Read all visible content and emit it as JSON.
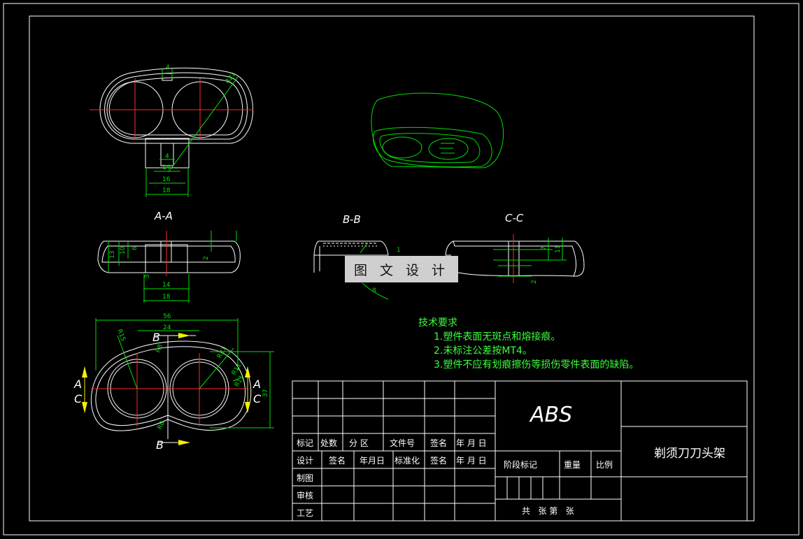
{
  "section_labels": {
    "a": "A-A",
    "b": "B-B",
    "c": "C-C"
  },
  "view_letters": {
    "A": "A",
    "B": "B",
    "C": "C"
  },
  "dimensions": {
    "top_4": "4",
    "top_r21": "R21",
    "top_4b": "4",
    "top_14": "14",
    "top_16": "16",
    "top_18": "18",
    "aa_13": "13",
    "aa_10": "10",
    "aa_6": "6",
    "aa_2": "2",
    "aa_3": "3",
    "aa_14": "14",
    "aa_18": "18",
    "bb_1": "1",
    "bb_8": "8",
    "cc_7": "7",
    "cc_11": "11",
    "cc_2": "2",
    "bot_56": "56",
    "bot_24": "24",
    "bot_r15": "R15",
    "bot_r8a": "R8",
    "bot_r21": "R21",
    "bot_r11a": "R11",
    "bot_r11b": "R11",
    "bot_37": "37",
    "bot_r8b": "R8"
  },
  "watermark": "图 文 设 计",
  "tech_requirements": {
    "title": "技术要求",
    "items": [
      "1.塑件表面无斑点和熔接痕。",
      "2.未标注公差按MT4。",
      "3.塑件不应有划痕擦伤等损伤零件表面的缺陷。"
    ]
  },
  "title_block": {
    "material": "ABS",
    "part_name": "剃须刀刀头架",
    "row1": [
      "标记",
      "处数",
      "分  区",
      "文件号",
      "签名",
      "年 月 日"
    ],
    "row2": [
      "设计",
      "签名",
      "年月日",
      "标准化",
      "签名",
      "年 月 日"
    ],
    "rows_left": [
      "制图",
      "审核",
      "工艺"
    ],
    "stage": "阶段标记",
    "weight": "重量",
    "scale": "比例",
    "sheets": "共   张 第   张"
  }
}
